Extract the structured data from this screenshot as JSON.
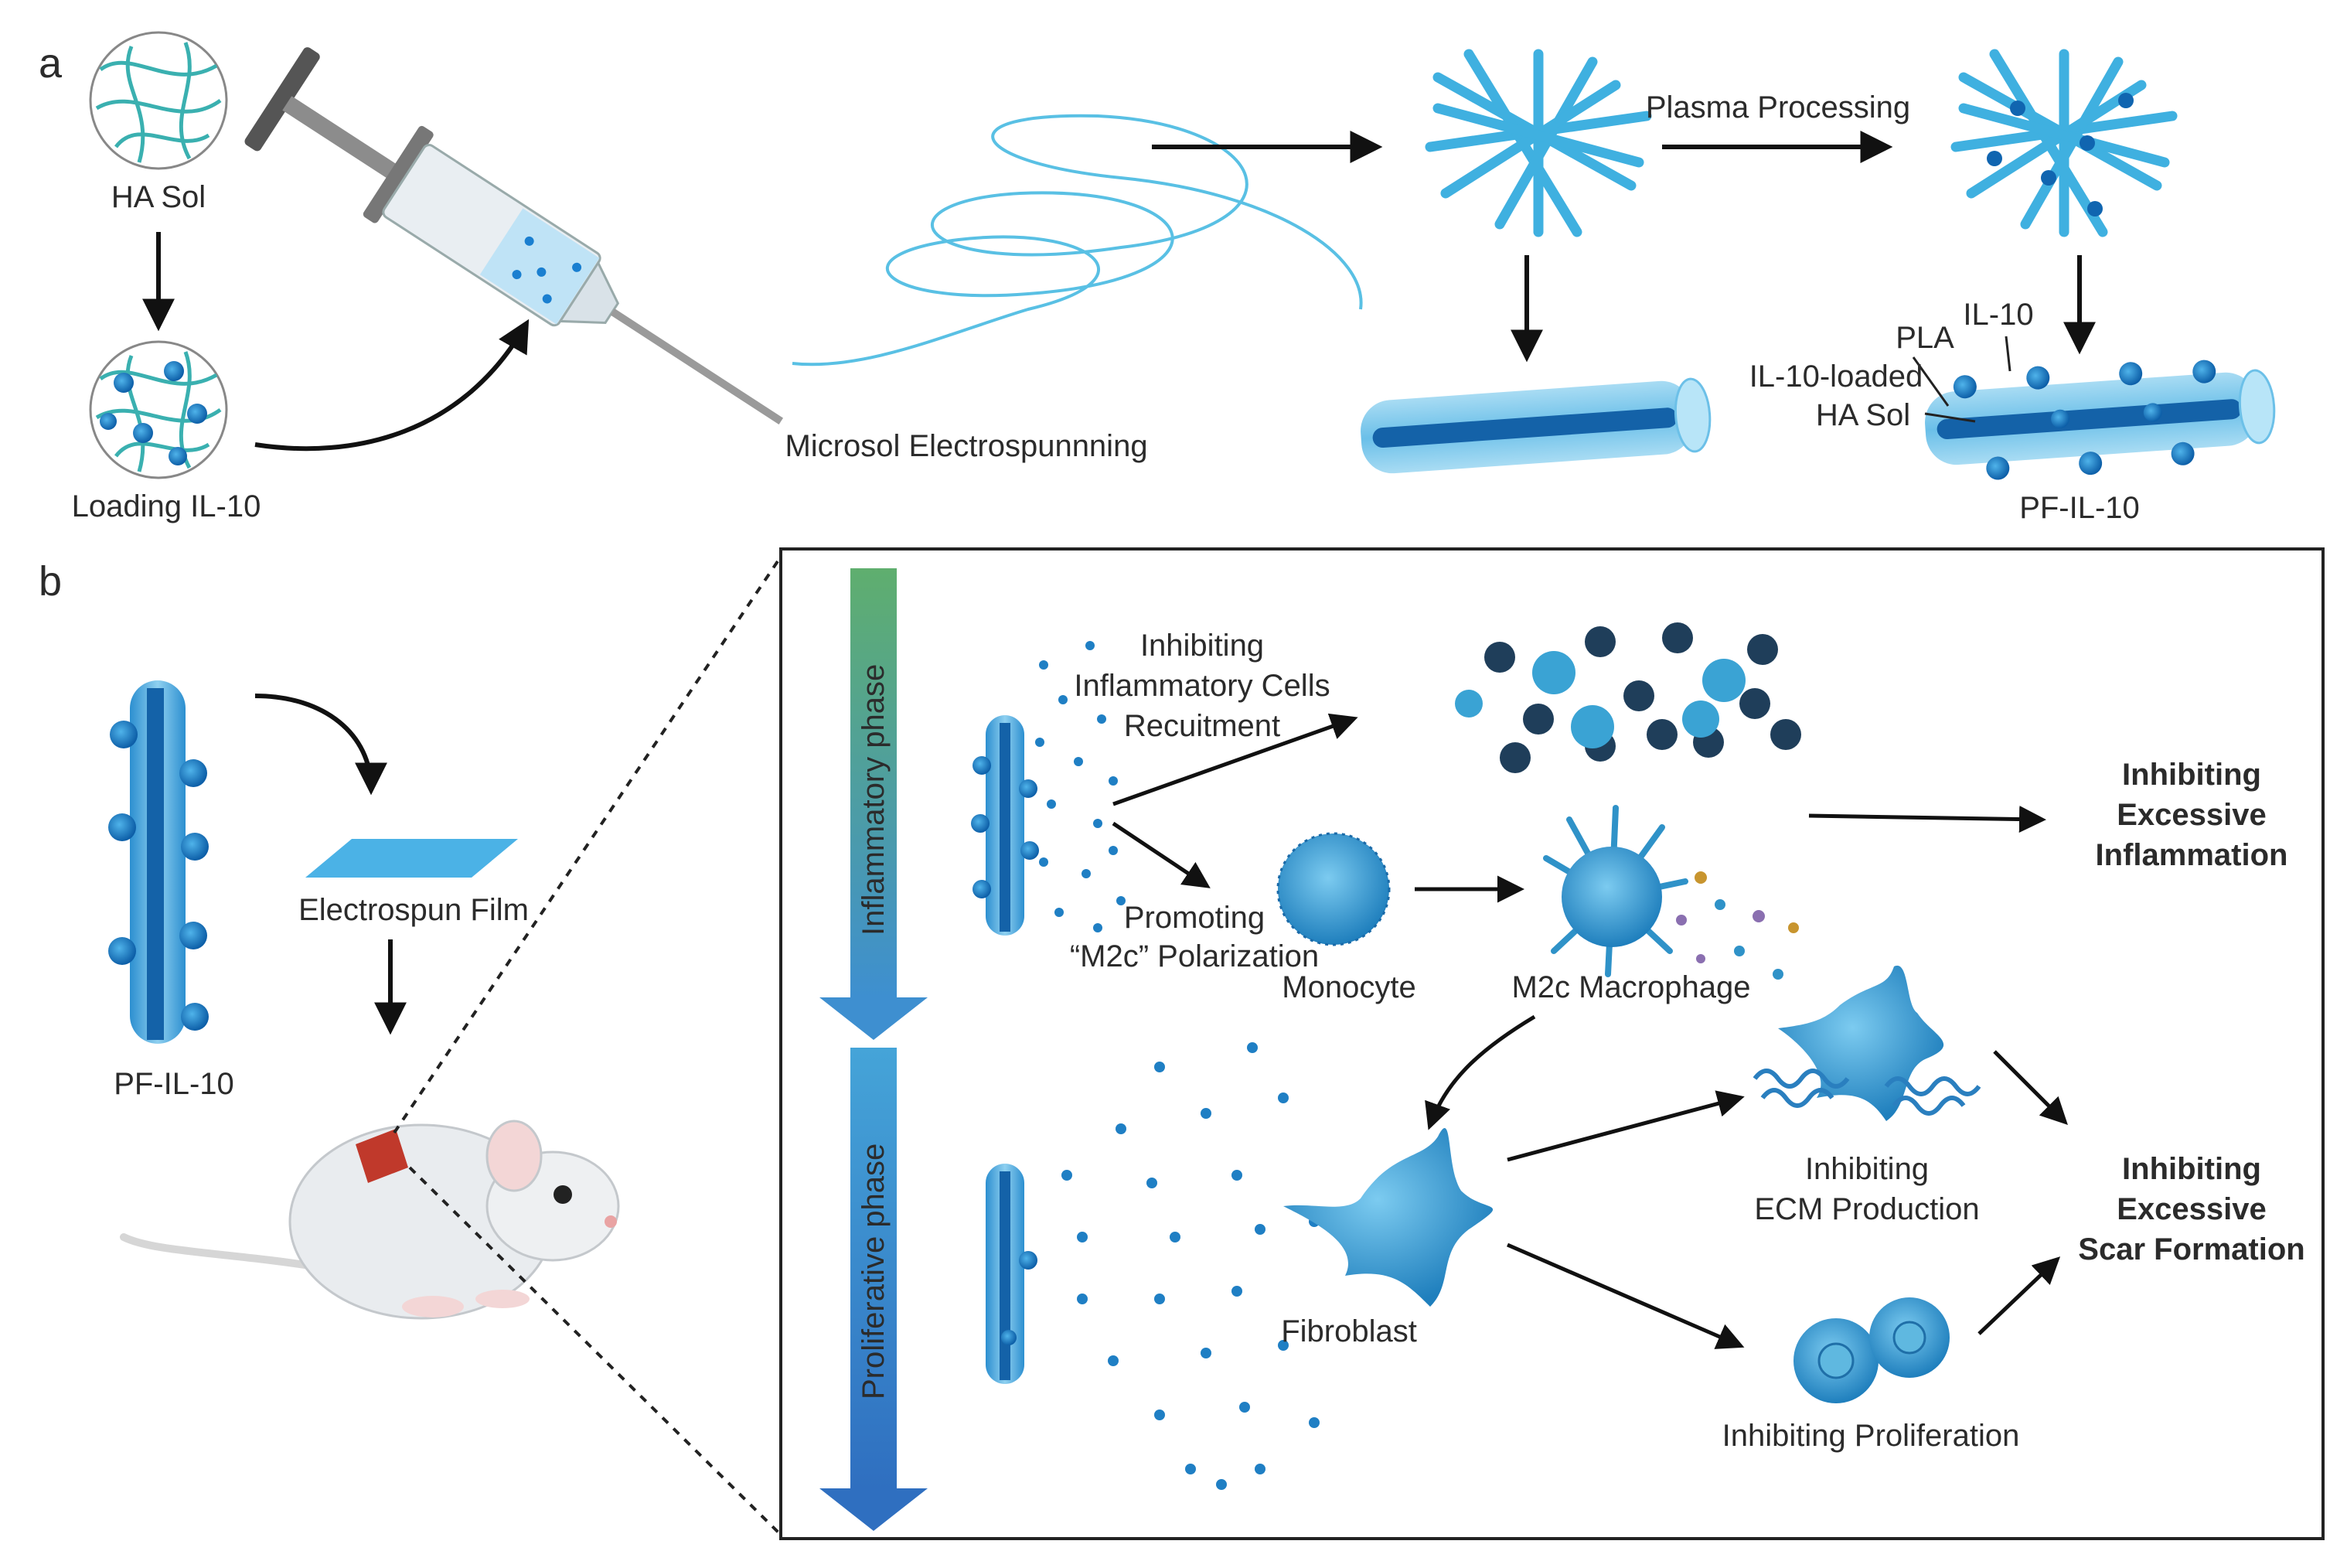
{
  "panel_a": {
    "letter": "a",
    "ha_sol": "HA Sol",
    "loading": "Loading IL-10",
    "electrospinning": "Microsol Electrospunnning",
    "plasma": "Plasma Processing",
    "il10": "IL-10",
    "pla": "PLA",
    "il10_loaded": "IL-10-loaded",
    "ha_sol2": "HA Sol",
    "pf_il10": "PF-IL-10"
  },
  "panel_b": {
    "letter": "b",
    "pf_il10": "PF-IL-10",
    "film": "Electrospun Film",
    "inflammatory_phase": "Inflammatory phase",
    "proliferative_phase": "Proliferative phase",
    "inhib_cells_1": "Inhibiting",
    "inhib_cells_2": "Inflammatory Cells",
    "inhib_cells_3": "Recuitment",
    "promoting": "Promoting",
    "polarization": "“M2c” Polarization",
    "monocyte": "Monocyte",
    "macrophage": "M2c Macrophage",
    "fibroblast": "Fibroblast",
    "inhib_ecm_1": "Inhibiting",
    "inhib_ecm_2": "ECM Production",
    "inhib_prolif": "Inhibiting Proliferation",
    "outcome1_1": "Inhibiting",
    "outcome1_2": "Excessive",
    "outcome1_3": "Inflammation",
    "outcome2_1": "Inhibiting",
    "outcome2_2": "Excessive",
    "outcome2_3": "Scar Formation"
  },
  "colors": {
    "arrow": "#111111",
    "fiber_blue": "#3aa6d8",
    "dark_blue": "#1060a8",
    "cell_blue": "#2f92c8",
    "phase_top": "#6dbf8a",
    "phase_bottom": "#3f7fc8",
    "mouse_patch": "#c0392b"
  }
}
